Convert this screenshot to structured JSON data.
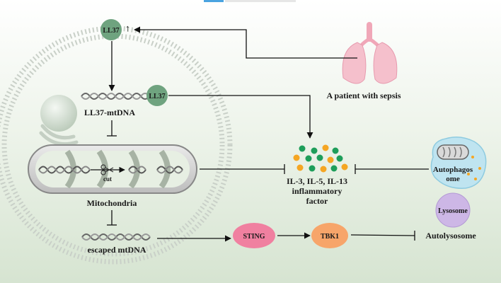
{
  "labels": {
    "ll37_top": "LL37",
    "ll37_mid": "LL37",
    "ll37_mtdna": "LL37-mtDNA",
    "patient": "A patient with sepsis",
    "cut": "cut",
    "mitochondria": "Mitochondria",
    "escaped_mtdna": "escaped mtDNA",
    "sting": "STING",
    "tbk1": "TBK1",
    "il_line1": "IL-3, IL-5, IL-13",
    "il_line2": "inflammatory",
    "il_line3": "factor",
    "autophag_line1": "Autophagos",
    "autophag_line2": "ome",
    "lysosome": "Lysosome",
    "autolysosome": "Autolysosome",
    "up_arrow": "↑"
  },
  "colors": {
    "background_tint": "#dfe9da",
    "node_green": "#6fa37f",
    "sting": "#f080a0",
    "tbk1": "#f7a56a",
    "autophagosome": "#bfe4f0",
    "lysosome": "#cdb7e6",
    "lung": "#f5c0cc",
    "dot_green": "#1e9e5a",
    "dot_orange": "#f5a623",
    "membrane": "#c9d0c8"
  }
}
